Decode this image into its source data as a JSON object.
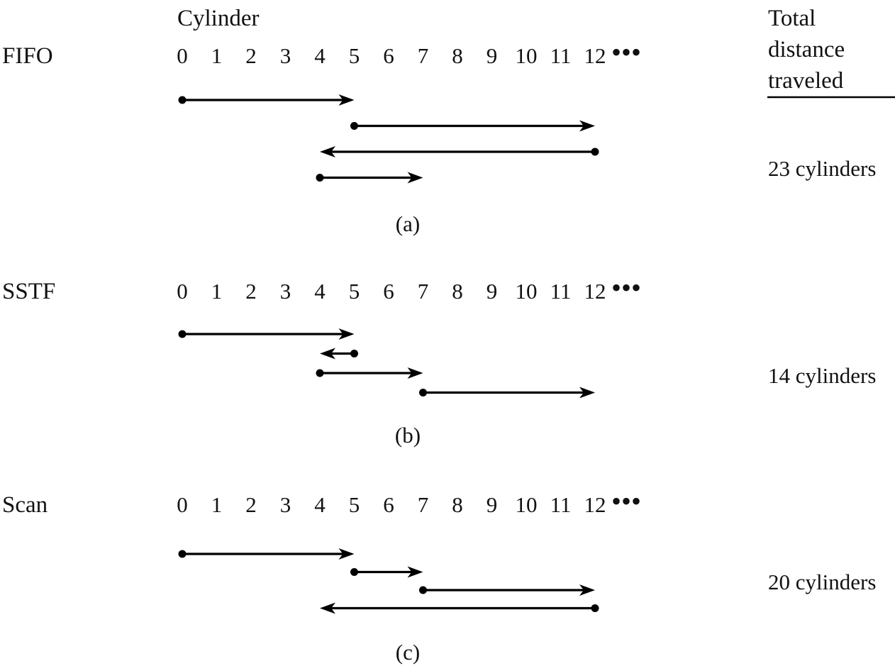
{
  "header": {
    "cylinder_label": "Cylinder",
    "total_label_lines": [
      "Total",
      "distance",
      "traveled"
    ]
  },
  "cylinders": [
    "0",
    "1",
    "2",
    "3",
    "4",
    "5",
    "6",
    "7",
    "8",
    "9",
    "10",
    "11",
    "12"
  ],
  "ellipsis": "•••",
  "panels": [
    {
      "algorithm": "FIFO",
      "caption": "(a)",
      "total": "23 cylinders",
      "moves": [
        {
          "from": 0,
          "to": 5
        },
        {
          "from": 5,
          "to": 12
        },
        {
          "from": 12,
          "to": 4
        },
        {
          "from": 4,
          "to": 7
        }
      ]
    },
    {
      "algorithm": "SSTF",
      "caption": "(b)",
      "total": "14 cylinders",
      "moves": [
        {
          "from": 0,
          "to": 5
        },
        {
          "from": 5,
          "to": 4
        },
        {
          "from": 4,
          "to": 7
        },
        {
          "from": 7,
          "to": 12
        }
      ]
    },
    {
      "algorithm": "Scan",
      "caption": "(c)",
      "total": "20 cylinders",
      "moves": [
        {
          "from": 0,
          "to": 5
        },
        {
          "from": 5,
          "to": 7
        },
        {
          "from": 7,
          "to": 12
        },
        {
          "from": 12,
          "to": 4
        }
      ]
    }
  ]
}
